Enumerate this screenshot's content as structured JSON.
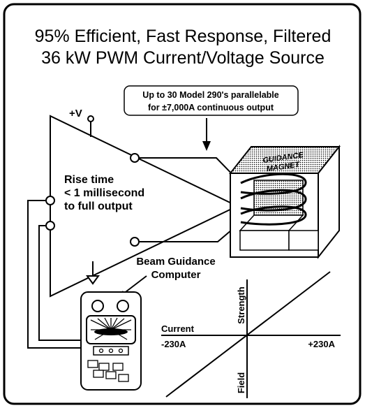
{
  "title": {
    "line1": "95% Efficient, Fast Response, Filtered",
    "line2": "36 kW PWM Current/Voltage Source"
  },
  "callout": {
    "line1": "Up to 30  Model 290's parallelable",
    "line2": "for ±7,000A continuous output"
  },
  "amplifier": {
    "supply_label": "+V",
    "rise_line1": "Rise time",
    "rise_line2": "< 1 millisecond",
    "rise_line3": "to full output"
  },
  "magnet": {
    "label_line1": "GUIDANCE",
    "label_line2": "MAGNET"
  },
  "computer": {
    "label_line1": "Beam Guidance",
    "label_line2": "Computer"
  },
  "graph": {
    "y_top_label": "Strength",
    "y_bottom_label": "Field",
    "x_label": "Current",
    "x_min_label": "-230A",
    "x_max_label": "+230A"
  }
}
